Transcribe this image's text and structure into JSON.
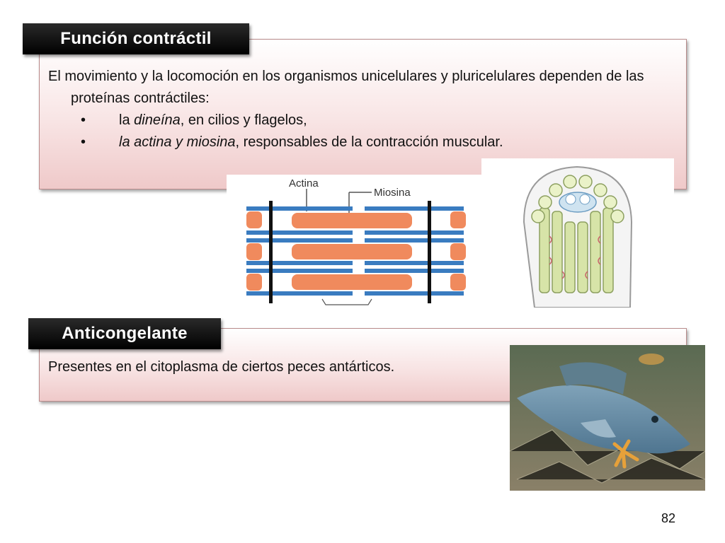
{
  "section1": {
    "title": "Función contráctil",
    "intro": "El movimiento y la locomoción en los organismos unicelulares y pluricelulares dependen de las proteínas contráctiles:",
    "bullets": [
      {
        "symbol": "•",
        "prefix": "la ",
        "emph": "dineína",
        "suffix": ", en cilios y flagelos,"
      },
      {
        "symbol": "•",
        "prefix": "",
        "emph": "la actina y miosina",
        "suffix": ", responsables de la contracción muscular."
      }
    ],
    "diagram_labels": {
      "actin": "Actina",
      "myosin": "Miosina"
    }
  },
  "section2": {
    "title": "Anticongelante",
    "text": "Presentes en el citoplasma de ciertos peces antárticos."
  },
  "page_number": "82",
  "colors": {
    "tab": "#000000",
    "panel_bottom": "#efc9c9",
    "myosin": "#f08a5d",
    "actin": "#3a7cc0"
  }
}
